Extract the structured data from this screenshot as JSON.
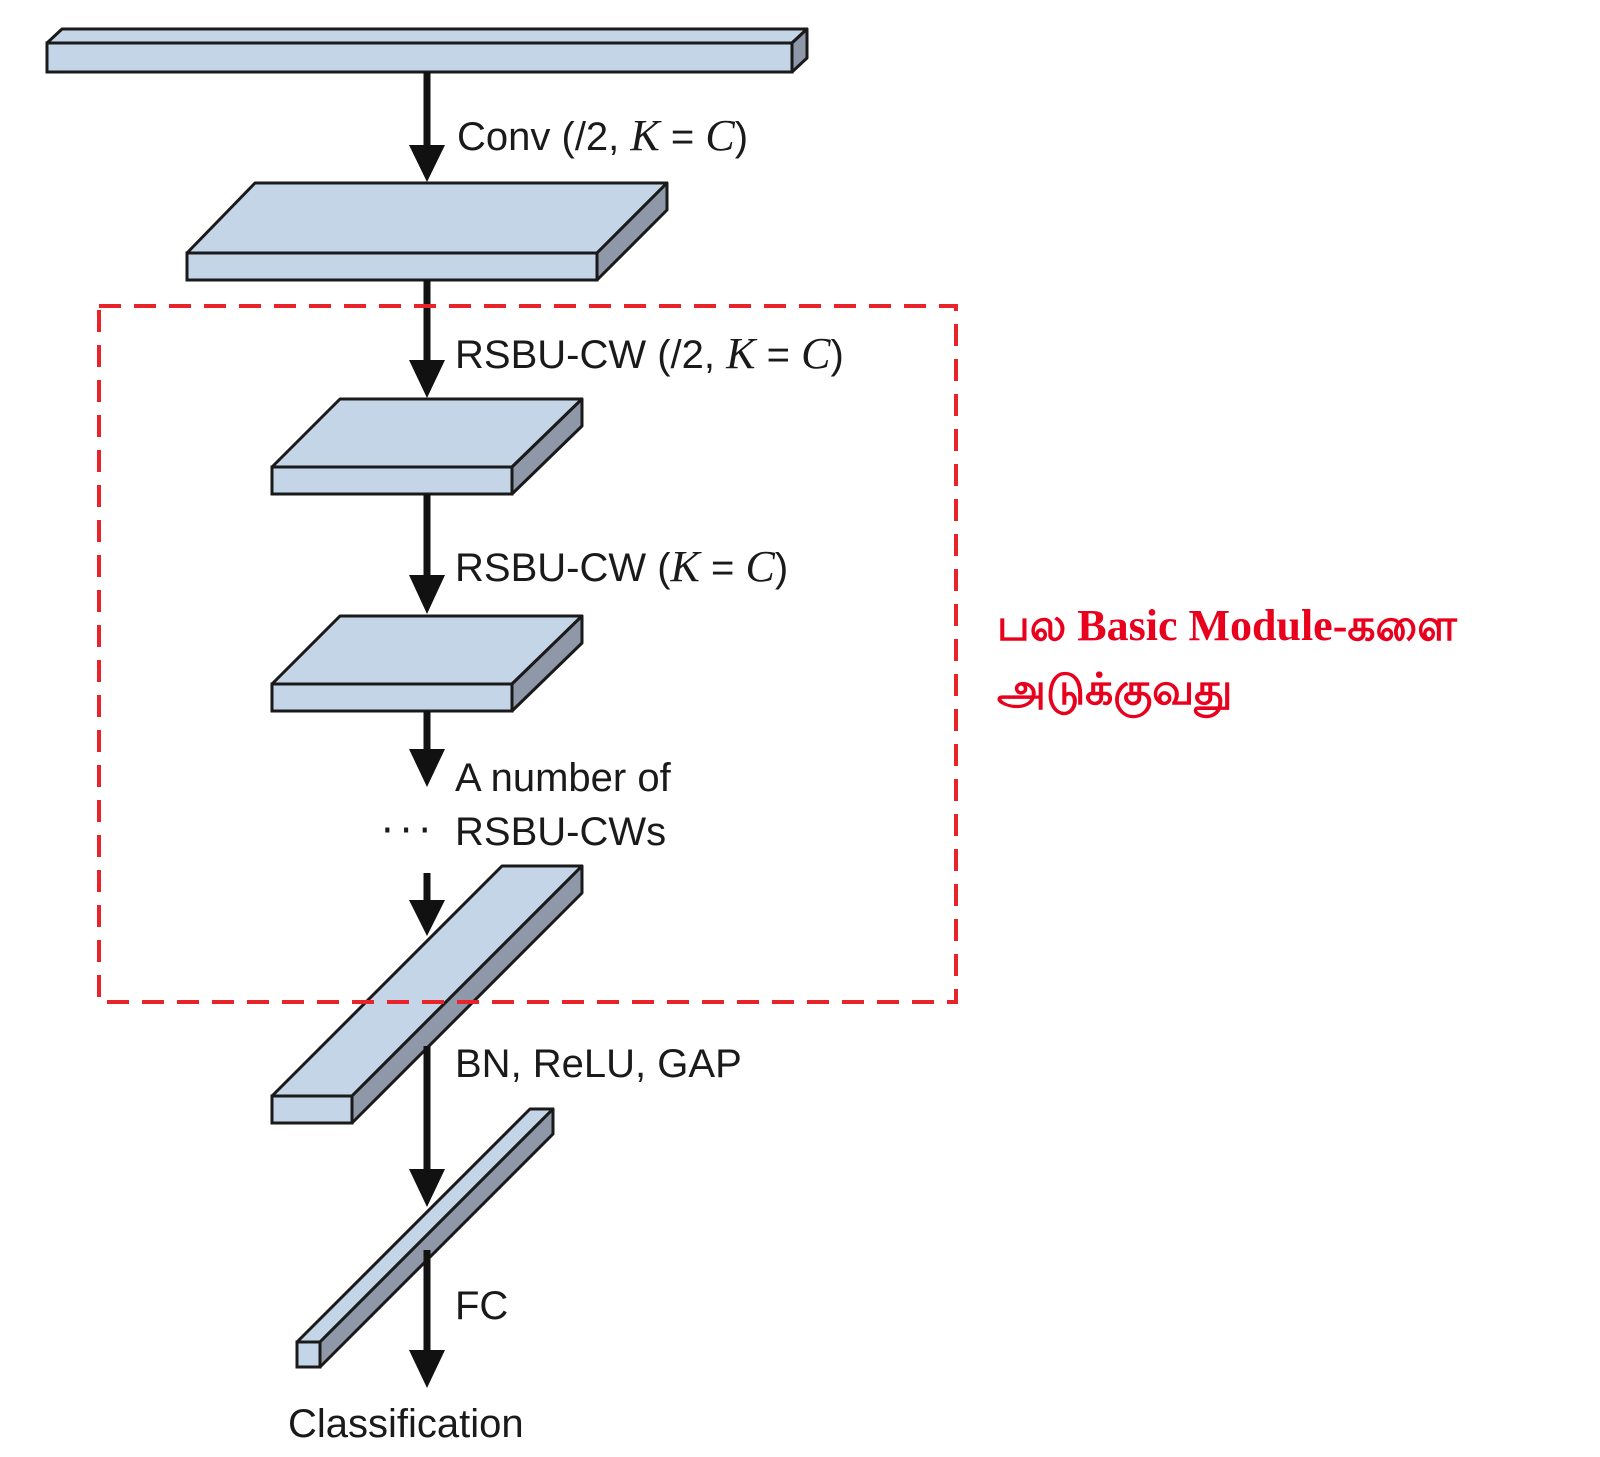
{
  "labels": {
    "conv": "Conv (/2, K = C)",
    "rsbu_cw_downsample": "RSBU-CW (/2, K = C)",
    "rsbu_cw": "RSBU-CW (K = C)",
    "number_of_line1": "A number of",
    "number_of_line2": "RSBU-CWs",
    "bn_relu_gap": "BN, ReLU, GAP",
    "fc": "FC",
    "classification": "Classification"
  },
  "math": {
    "conv_prefix": "Conv (/2, ",
    "conv_k": "K",
    "conv_eq": " = ",
    "conv_c": "C",
    "conv_suffix": ")",
    "rsbu1_prefix": "RSBU-CW (/2, ",
    "rsbu1_k": "K",
    "rsbu1_eq": " = ",
    "rsbu1_c": "C",
    "rsbu1_suffix": ")",
    "rsbu2_prefix": "RSBU-CW (",
    "rsbu2_k": "K",
    "rsbu2_eq": " = ",
    "rsbu2_c": "C",
    "rsbu2_suffix": ")"
  },
  "ellipsis": "···",
  "annotation": {
    "line1": "பல Basic Module-களை",
    "line2": "அடுக்குவது"
  },
  "colors": {
    "block_face": "#c5d5e8",
    "block_side": "#8e98a8",
    "block_top": "#c5d5e8",
    "outline": "#1a1a1a",
    "arrow": "#111111",
    "dashed_box": "#e8242a",
    "annotation_text": "#e8001c"
  },
  "icons": {
    "arrow": "down-arrow-icon"
  }
}
